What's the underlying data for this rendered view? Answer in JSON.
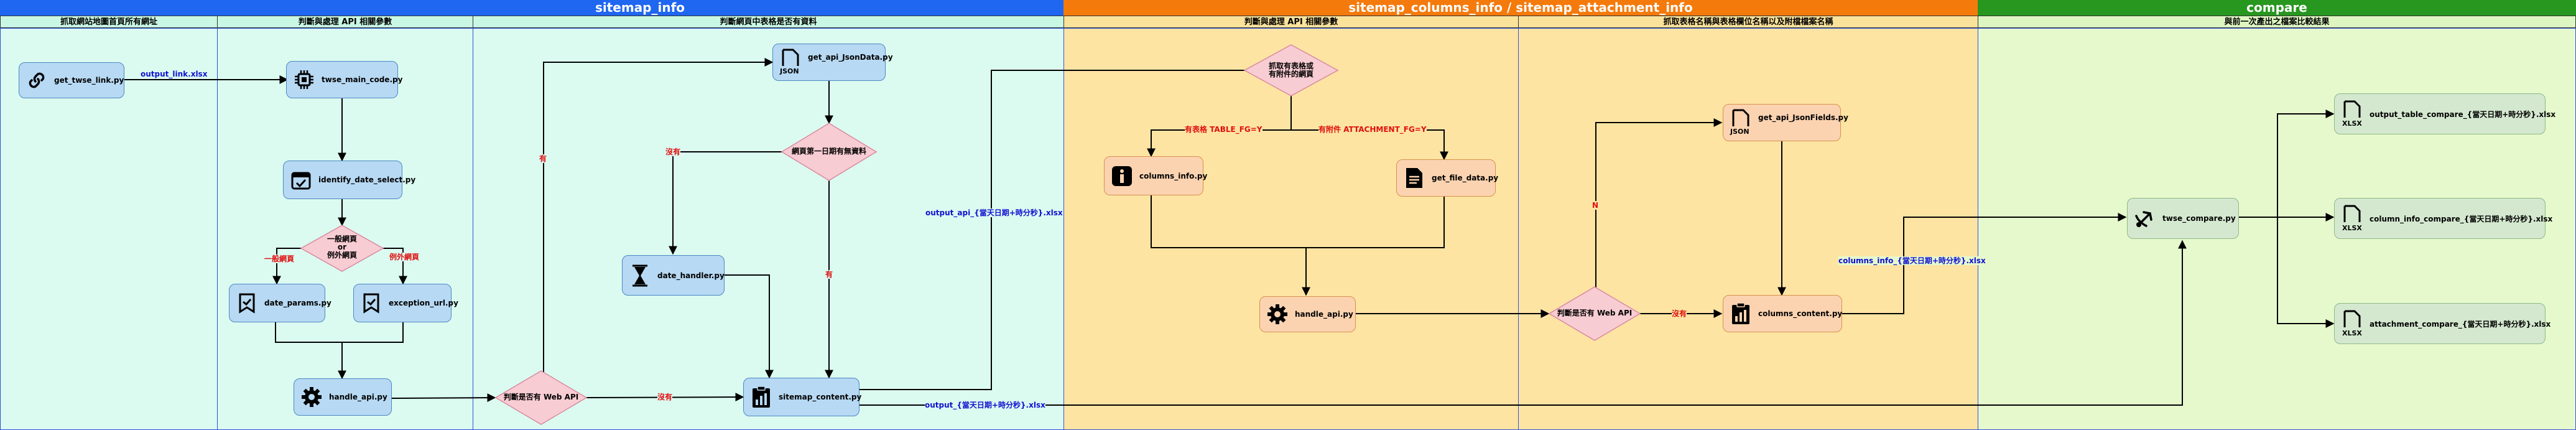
{
  "bands": [
    {
      "title": "",
      "color": "#1f66f0"
    },
    {
      "title": "sitemap_info",
      "color": "#1f66f0"
    },
    {
      "title": "sitemap_columns_info / sitemap_attachment_info",
      "color": "#f47a0c"
    },
    {
      "title": "compare",
      "color": "#27971f"
    }
  ],
  "lanes": [
    {
      "header": "抓取網站地圖首頁所有網址",
      "bg": "#dbfbf1",
      "head_bg": "#c8f8e4"
    },
    {
      "header": "判斷與處理 API 相關參數",
      "bg": "#dbfbf1",
      "head_bg": "#c8f8e4"
    },
    {
      "header": "判斷網頁中表格是否有資料",
      "bg": "#dbfbf1",
      "head_bg": "#c8f8e4"
    },
    {
      "header": "判斷與處理 API 相關參數",
      "bg": "#fde4a3",
      "head_bg": "#fbe29a"
    },
    {
      "header": "抓取表格名稱與表格欄位名稱以及附檔檔案名稱",
      "bg": "#fde4a3",
      "head_bg": "#fbe29a"
    },
    {
      "header": "與前一次產出之檔案比較結果",
      "bg": "#e6f9cd",
      "head_bg": "#ddf6c1"
    }
  ],
  "nodes": {
    "get_twse_link": "get_twse_link.py",
    "twse_main_code": "twse_main_code.py",
    "identify_date_select": "identify_date_select.py",
    "date_params": "date_params.py",
    "exception_url": "exception_url.py",
    "handle_api_1": "handle_api.py",
    "get_api_jsondata": "get_api_JsonData.py",
    "date_handler": "date_handler.py",
    "sitemap_content": "sitemap_content.py",
    "columns_info": "columns_info.py",
    "get_file_data": "get_file_data.py",
    "handle_api_2": "handle_api.py",
    "get_api_jsonfields": "get_api_JsonFields.py",
    "columns_content": "columns_content.py",
    "twse_compare": "twse_compare.py",
    "output_table_compare": "output_table_compare_{當天日期+時分秒}.xlsx",
    "column_info_compare": "column_info_compare_{當天日期+時分秒}.xlsx",
    "attachment_compare": "attachment_compare_{當天日期+時分秒}.xlsx"
  },
  "decisions": {
    "page_type": [
      "一般網頁",
      "or",
      "例外網頁"
    ],
    "web_api_1": "判斷是否有 Web API",
    "first_day_data": "網頁第一日期有無資料",
    "table_or_attach": [
      "抓取有表格或",
      "有附件的網頁"
    ],
    "web_api_2": "判斷是否有 Web API"
  },
  "edge_labels": {
    "output_link": "output_link.xlsx",
    "normal_page": "一般網頁",
    "exception_page": "例外網頁",
    "has_1": "有",
    "none_1": "沒有",
    "none_2": "沒有",
    "has_2": "有",
    "output_api": "output_api_{當天日期+時分秒}.xlsx",
    "output": "output_{當天日期+時分秒}.xlsx",
    "has_table": "有表格 TABLE_FG=Y",
    "has_attachment": "有附件 ATTACHMENT_FG=Y",
    "n_label": "N",
    "none_3": "沒有",
    "columns_info_out": "columns_info_{當天日期+時分秒}.xlsx"
  },
  "icons": {
    "link": "link-icon",
    "chip": "chip-icon",
    "calendar": "calendar-icon",
    "bookmark": "bookmark-icon",
    "gear": "gear-icon",
    "json": "json-file-icon",
    "hourglass": "hourglass-icon",
    "clipboard_chart": "clipboard-chart-icon",
    "info": "info-icon",
    "document": "document-icon",
    "xlsx": "xlsx-file-icon",
    "compare": "compare-icon"
  }
}
